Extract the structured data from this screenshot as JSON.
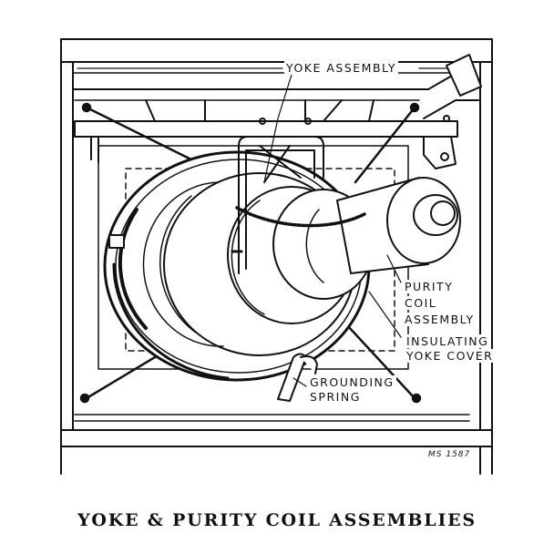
{
  "figure": {
    "caption": "YOKE & PURITY COIL ASSEMBLIES",
    "drawing_number": "MS 1587",
    "labels": {
      "yoke_assembly": "YOKE ASSEMBLY",
      "purity_coil_line1": "PURITY",
      "purity_coil_line2": "COIL",
      "purity_coil_line3": "ASSEMBLY",
      "insulating_line1": "INSULATING",
      "insulating_line2": "YOKE COVER",
      "grounding_line1": "GROUNDING",
      "grounding_line2": "SPRING"
    },
    "colors": {
      "ink": "#111111",
      "paper": "#ffffff"
    }
  }
}
